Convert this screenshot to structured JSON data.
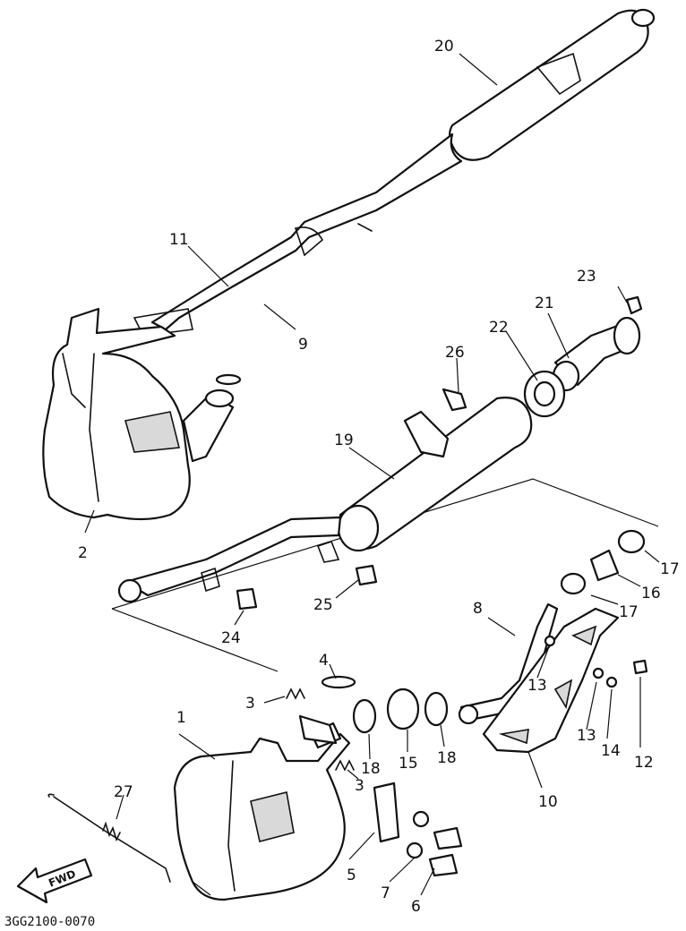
{
  "diagram": {
    "code": "3GG2100-0070",
    "fwd_label": "FWD",
    "callouts": [
      "1",
      "2",
      "3",
      "3",
      "4",
      "5",
      "6",
      "7",
      "8",
      "9",
      "10",
      "11",
      "12",
      "13",
      "13",
      "14",
      "15",
      "16",
      "17",
      "17",
      "18",
      "18",
      "19",
      "20",
      "21",
      "22",
      "23",
      "24",
      "25",
      "26",
      "27"
    ]
  },
  "colors": {
    "ink": "#111111",
    "paper": "#ffffff",
    "shade": "#d9d9d9"
  }
}
